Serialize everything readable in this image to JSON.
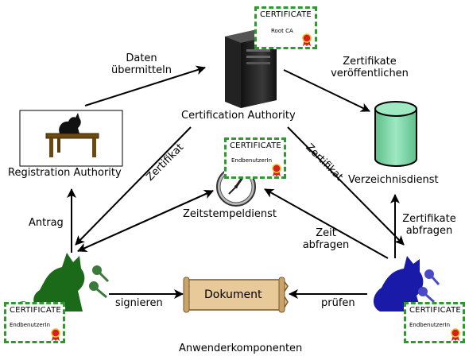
{
  "nodes": {
    "ca": "Certification Authority",
    "ra": "Registration Authority",
    "verzeichnis": "Verzeichnisdienst",
    "zeitstempel": "Zeitstempeldienst",
    "dokument": "Dokument",
    "anwender": "Anwenderkomponenten"
  },
  "edges": {
    "daten": [
      "Daten",
      "übermitteln"
    ],
    "veroeffentlichen": [
      "Zertifikate",
      "veröffentlichen"
    ],
    "zertifikat_left": "Zertifikat",
    "zertifikat_right": "Zertifikat",
    "antrag": "Antrag",
    "zeit_abfragen": [
      "Zeit",
      "abfragen"
    ],
    "zertifikate_abfragen": [
      "Zertifikate",
      "abfragen"
    ],
    "signieren": "signieren",
    "pruefen": "prüfen"
  },
  "certificates": {
    "title": "CERTIFICATE",
    "root_subject": "Root CA",
    "user_subject": "EndbenutzerIn"
  },
  "colors": {
    "cert_border": "#2e9a2e",
    "db_fill": "#7fd7a8",
    "scroll_fill": "#e8c99a",
    "cat_green": "#1a6a1a",
    "cat_blue": "#1a1aa8",
    "key_green": "#3a7a3a",
    "key_blue": "#4a4ac8",
    "seal_red": "#d42020"
  }
}
